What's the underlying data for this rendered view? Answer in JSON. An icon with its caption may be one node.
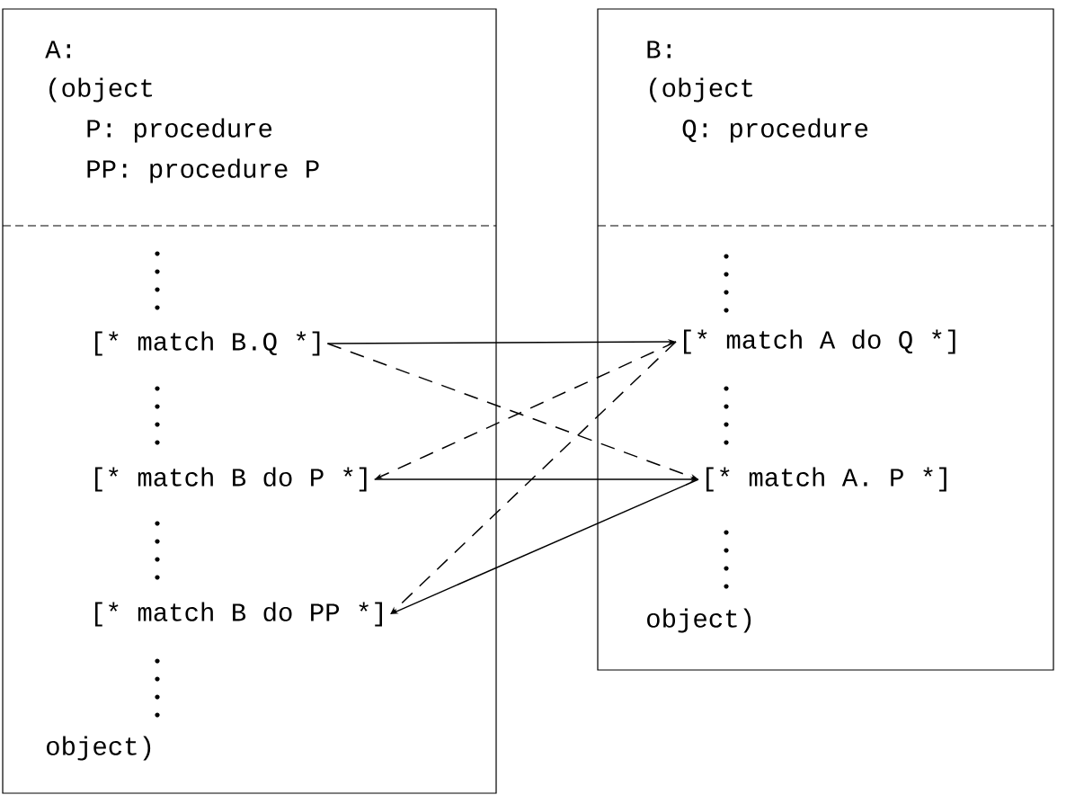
{
  "diagram": {
    "nodes": [
      {
        "text": [
          "A:",
          "(object",
          "P: procedure",
          "PP: procedure P",
          "object)"
        ]
      },
      {
        "text": [
          "B:",
          "(object",
          "Q: procedure",
          "object)"
        ]
      },
      {
        "text": [
          "[* match B.Q *]"
        ],
        "in": 0
      },
      {
        "text": [
          "[* match B do P *]"
        ],
        "in": 0
      },
      {
        "text": [
          "[* match B do PP *]"
        ],
        "in": 0
      },
      {
        "text": [
          "[* match A do Q *]"
        ],
        "in": 1
      },
      {
        "text": [
          "[* match A. P *]"
        ],
        "in": 1
      }
    ],
    "edges": [
      {
        "from": 2,
        "to": 5,
        "arrow": "to"
      },
      {
        "from": 2,
        "to": 6,
        "arrow": "to",
        "style": "dashed"
      },
      {
        "from": 5,
        "to": 3,
        "arrow": "to",
        "style": "dashed"
      },
      {
        "from": 3,
        "to": 6,
        "arrow": "to"
      },
      {
        "from": 5,
        "to": 4,
        "arrow": "to",
        "style": "dashed"
      },
      {
        "from": 6,
        "to": 4,
        "arrow": "to"
      }
    ]
  }
}
